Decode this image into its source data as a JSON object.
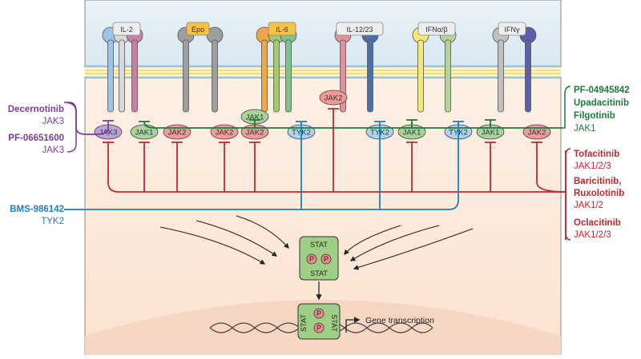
{
  "receptors": [
    {
      "label": "IL-2",
      "color": "#eeeeee"
    },
    {
      "label": "Epo",
      "color": "#f7c244"
    },
    {
      "label": "IL-6",
      "color": "#f7c244"
    },
    {
      "label": "IL-12/23",
      "color": "#eeeeee"
    },
    {
      "label": "IFNα/β",
      "color": "#eeeeee"
    },
    {
      "label": "IFNγ",
      "color": "#eeeeee"
    }
  ],
  "jaks": [
    "JAK3",
    "JAK1",
    "JAK2",
    "JAK2",
    "JAK1",
    "JAK2",
    "TYK2",
    "JAK2",
    "TYK2",
    "JAK1",
    "TYK2",
    "JAK1",
    "JAK2"
  ],
  "left_drugs": {
    "decernotinib": "Decernotinib",
    "decernotinib_target": "JAK3",
    "pf066": "PF-06651600",
    "pf066_target": "JAK3",
    "bms": "BMS-986142",
    "bms_target": "TYK2"
  },
  "right_drugs": {
    "pf049": "PF-04945842",
    "upadacitinib": "Upadacitinib",
    "filgotinib": "Filgotinib",
    "jak1_target": "JAK1",
    "tofacitinib": "Tofacitinib",
    "tofacitinib_target": "JAK1/2/3",
    "baricitinib": "Baricitinib,",
    "ruxolitinib": "Ruxolotinib",
    "bari_target": "JAK1/2",
    "oclacitinib": "Oclacitinib",
    "oclacitinib_target": "JAK1/2/3"
  },
  "stat_labels": {
    "top": "STAT",
    "bottom": "STAT",
    "phospho": "P"
  },
  "gene_transcription": "Gene transcription",
  "colors": {
    "jak3_inhibitor": "#7b3f98",
    "jak1_inhibitor": "#1e7a3c",
    "tyk2_inhibitor": "#1e7dc6",
    "pan_inhibitor": "#c0282f"
  }
}
